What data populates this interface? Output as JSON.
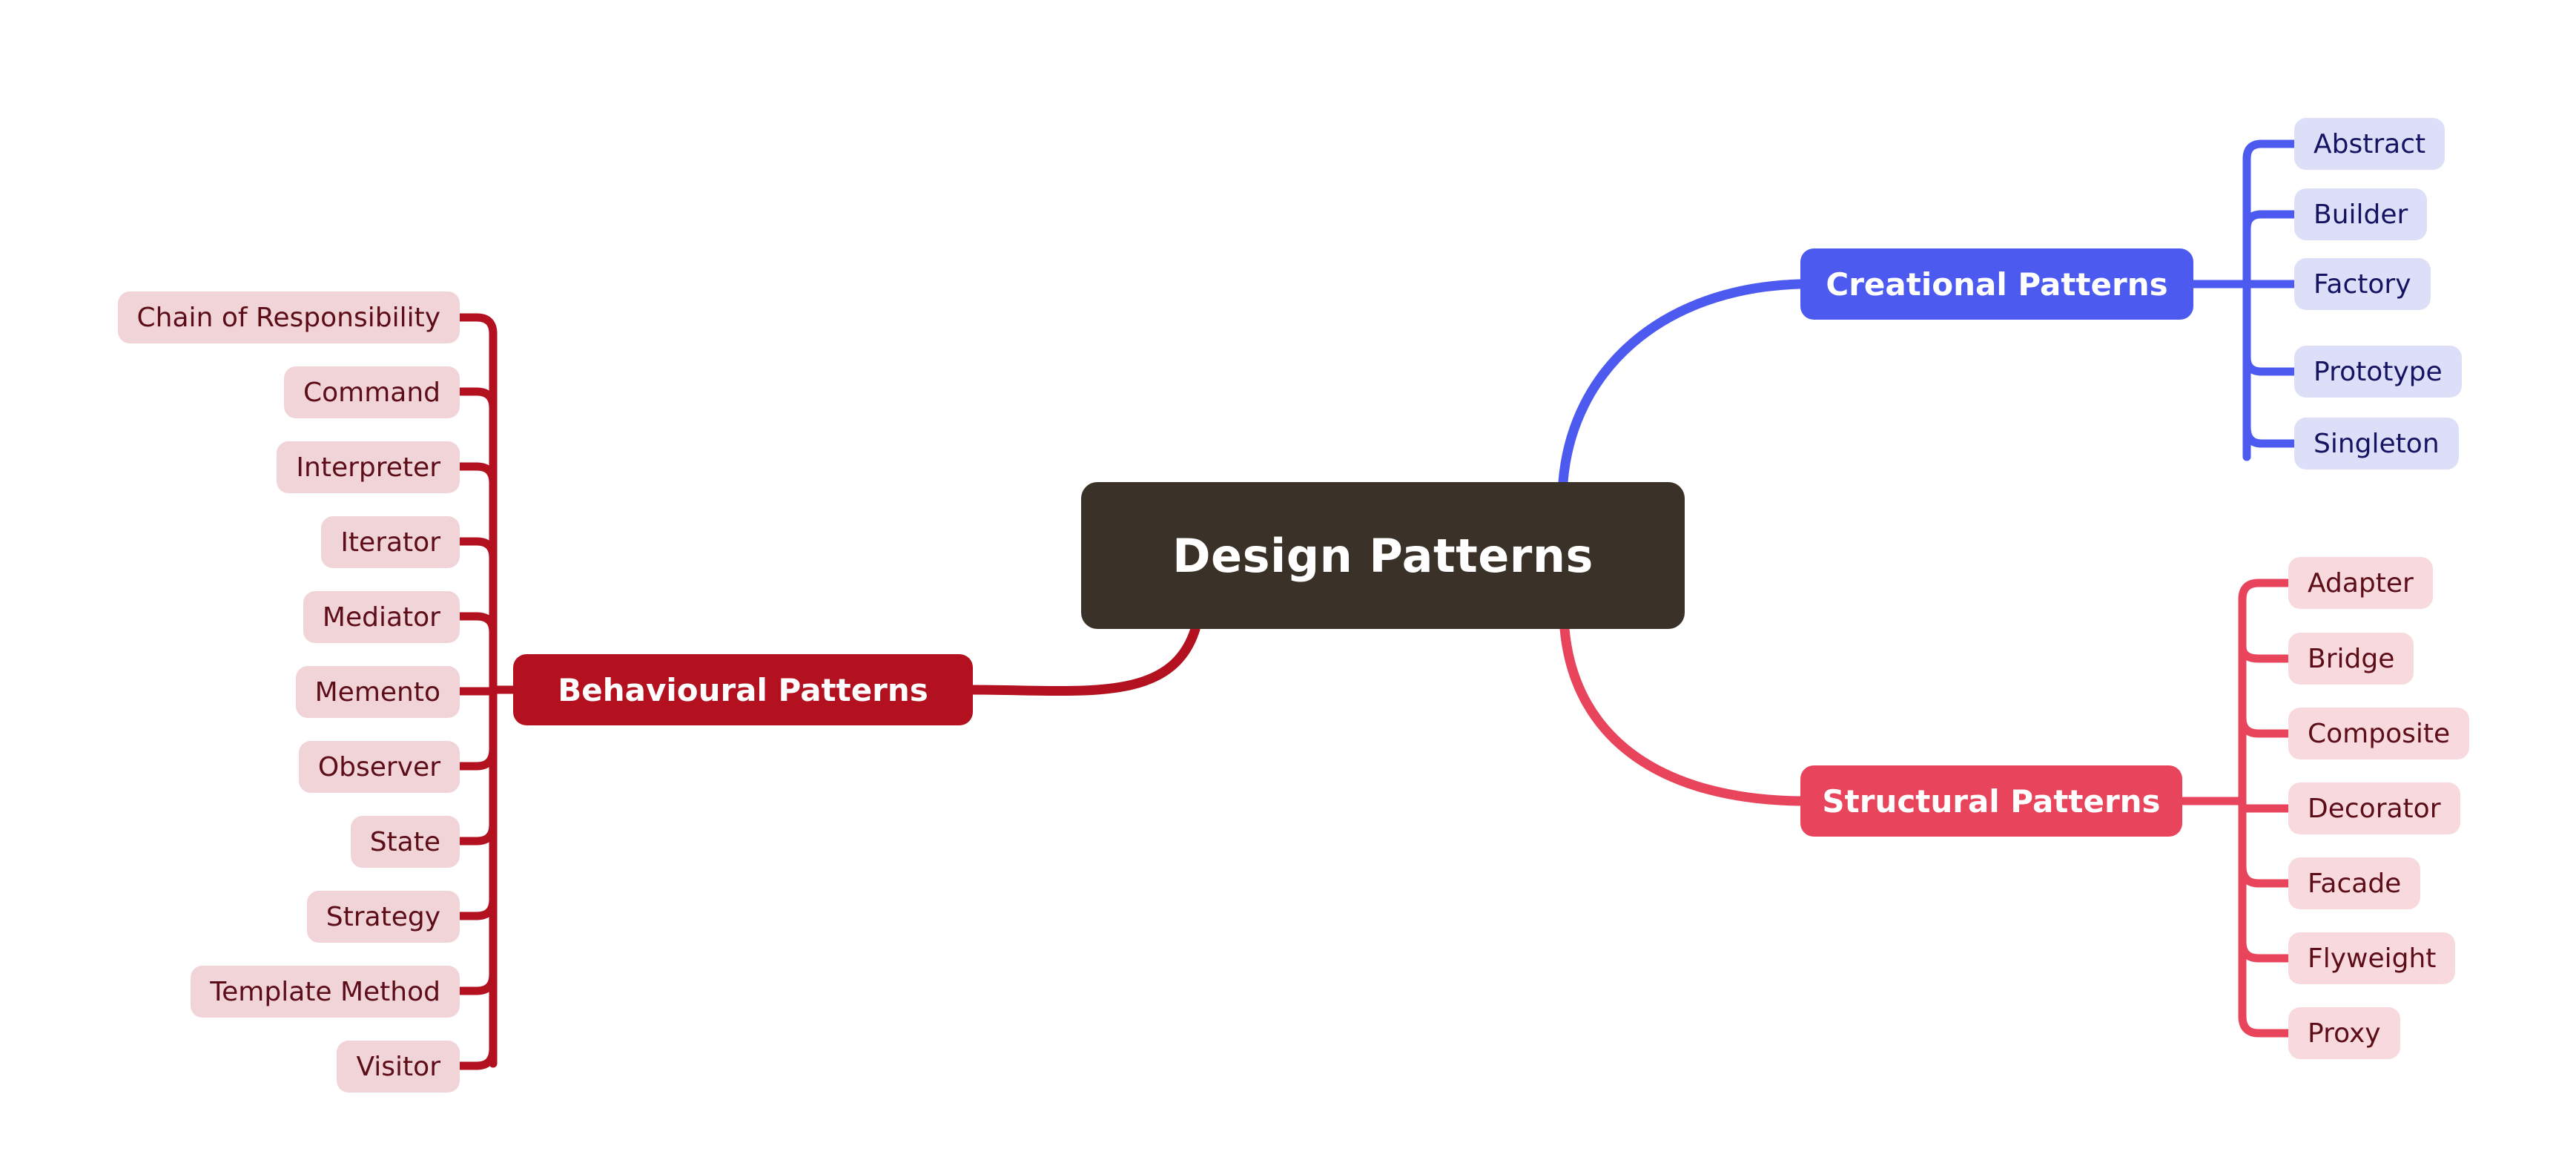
{
  "diagram": {
    "type": "mind-map",
    "background": "#ffffff",
    "root": {
      "label": "Design Patterns",
      "fill": "#3a3128",
      "text_color": "#ffffff"
    },
    "branches": [
      {
        "id": "creational",
        "label": "Creational Patterns",
        "side": "right",
        "fill": "#4c5aef",
        "text_color": "#ffffff",
        "edge_color": "#4c5aef",
        "leaf_fill": "#dcdff7",
        "leaf_text_color": "#141463",
        "children": [
          {
            "label": "Abstract"
          },
          {
            "label": "Builder"
          },
          {
            "label": "Factory"
          },
          {
            "label": "Prototype"
          },
          {
            "label": "Singleton"
          }
        ]
      },
      {
        "id": "structural",
        "label": "Structural Patterns",
        "side": "right",
        "fill": "#e8455c",
        "text_color": "#ffffff",
        "edge_color": "#e8455c",
        "leaf_fill": "#f8dade",
        "leaf_text_color": "#5c0d17",
        "children": [
          {
            "label": "Adapter"
          },
          {
            "label": "Bridge"
          },
          {
            "label": "Composite"
          },
          {
            "label": "Decorator"
          },
          {
            "label": "Facade"
          },
          {
            "label": "Flyweight"
          },
          {
            "label": "Proxy"
          }
        ]
      },
      {
        "id": "behavioural",
        "label": "Behavioural Patterns",
        "side": "left",
        "fill": "#b3111f",
        "text_color": "#ffffff",
        "edge_color": "#b3111f",
        "leaf_fill": "#f1d4d8",
        "leaf_text_color": "#5c0d17",
        "children": [
          {
            "label": "Chain of Responsibility"
          },
          {
            "label": "Command"
          },
          {
            "label": "Interpreter"
          },
          {
            "label": "Iterator"
          },
          {
            "label": "Mediator"
          },
          {
            "label": "Memento"
          },
          {
            "label": "Observer"
          },
          {
            "label": "State"
          },
          {
            "label": "Strategy"
          },
          {
            "label": "Template Method"
          },
          {
            "label": "Visitor"
          }
        ]
      }
    ]
  }
}
